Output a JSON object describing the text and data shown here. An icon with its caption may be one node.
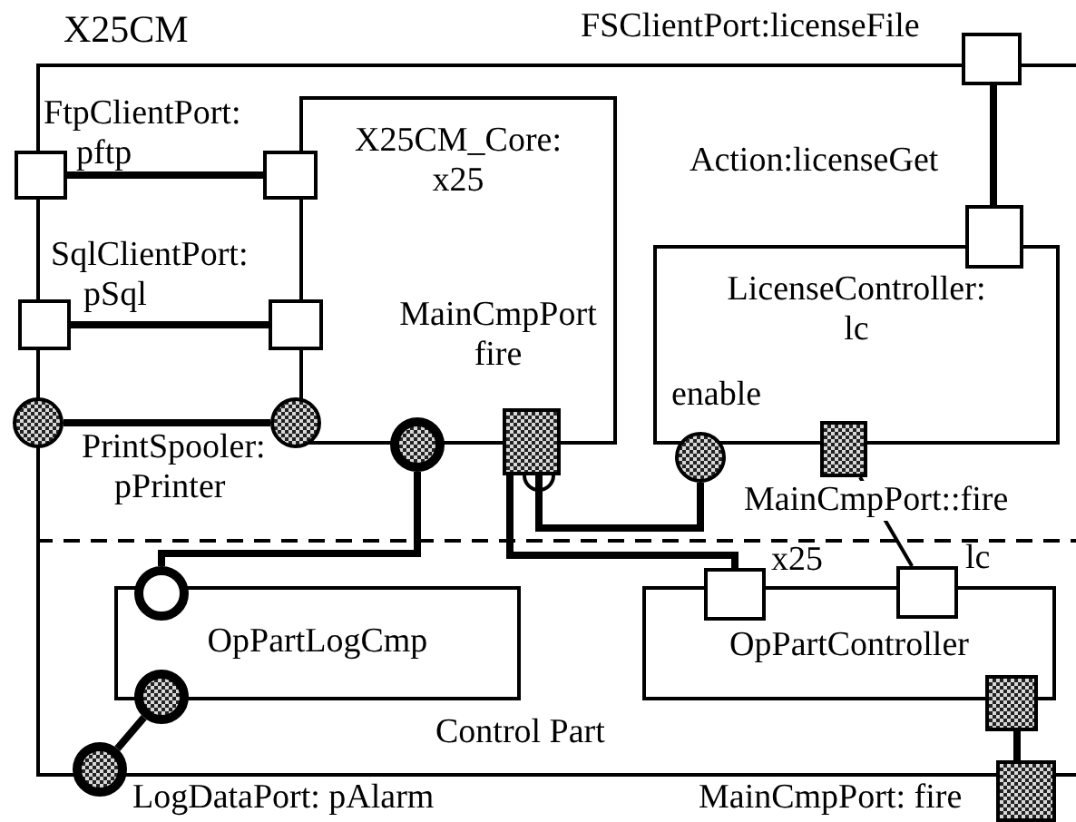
{
  "diagram": {
    "nodes": [
      {
        "text": [
          "X25CM"
        ]
      },
      {
        "text": [],
        "shape": "box",
        "beside": [
          "FSClientPort:licenseFile"
        ]
      },
      {
        "text": [],
        "shape": "box",
        "beside": [
          "FtpClientPort: pftp"
        ]
      },
      {
        "text": [
          "X25CM_Core: x25"
        ],
        "in": 0
      },
      {
        "text": [],
        "shape": "box",
        "in": 0
      },
      {
        "text": [],
        "shape": "box",
        "beside": [
          "SqlClientPort: pSql"
        ]
      },
      {
        "text": [],
        "shape": "box",
        "in": 0
      },
      {
        "text": [],
        "shape": "box",
        "beside": [
          "Action:licenseGet"
        ],
        "in": 0
      },
      {
        "text": [
          "LicenseController: lc"
        ],
        "in": 0
      },
      {
        "text": [],
        "shape": "circle",
        "beside": [
          "PrintSpooler: pPrinter"
        ]
      },
      {
        "text": [],
        "shape": "circle",
        "in": 0
      },
      {
        "text": [],
        "shape": "box",
        "in": 0
      },
      {
        "text": [],
        "shape": "circle",
        "in": 0
      },
      {
        "text": [],
        "shape": "box",
        "beside": [
          "MainCmpPort::fire"
        ],
        "in": 0
      },
      {
        "text": [],
        "shape": "circle",
        "in": 0
      },
      {
        "text": [],
        "shape": "circle",
        "in": 0
      },
      {
        "text": [
          "OpPartLogCmp"
        ],
        "in": 0
      },
      {
        "text": [],
        "shape": "box",
        "beside": [
          "x25"
        ],
        "in": 0
      },
      {
        "text": [],
        "shape": "box",
        "beside": [
          "lc"
        ],
        "in": 0
      },
      {
        "text": [
          "OpPartController"
        ],
        "in": 0
      },
      {
        "text": [],
        "shape": "box",
        "in": 0
      },
      {
        "text": [],
        "shape": "circle",
        "in": 0
      },
      {
        "text": [],
        "shape": "circle",
        "beside": [
          "LogDataPort: pAlarm"
        ]
      },
      {
        "text": [],
        "shape": "box",
        "beside": [
          "MainCmpPort: fire"
        ]
      }
    ],
    "edges": [
      {
        "from": 1,
        "to": 7,
        "arrow": "none"
      },
      {
        "from": 2,
        "to": 4,
        "arrow": "none"
      },
      {
        "from": 5,
        "to": 6,
        "arrow": "none"
      },
      {
        "from": 9,
        "to": 10,
        "arrow": "none"
      },
      {
        "from": 11,
        "to": 12,
        "arrow": "other"
      },
      {
        "from": 11,
        "to": 17,
        "arrow": "none"
      },
      {
        "from": 13,
        "to": 18,
        "arrow": "none"
      },
      {
        "from": 14,
        "to": 15,
        "arrow": "none"
      },
      {
        "from": 21,
        "to": 22,
        "arrow": "none"
      },
      {
        "from": 20,
        "to": 23,
        "arrow": "none"
      }
    ],
    "labels": [
      "MainCmpPort fire",
      "enable",
      "Control Part"
    ]
  }
}
